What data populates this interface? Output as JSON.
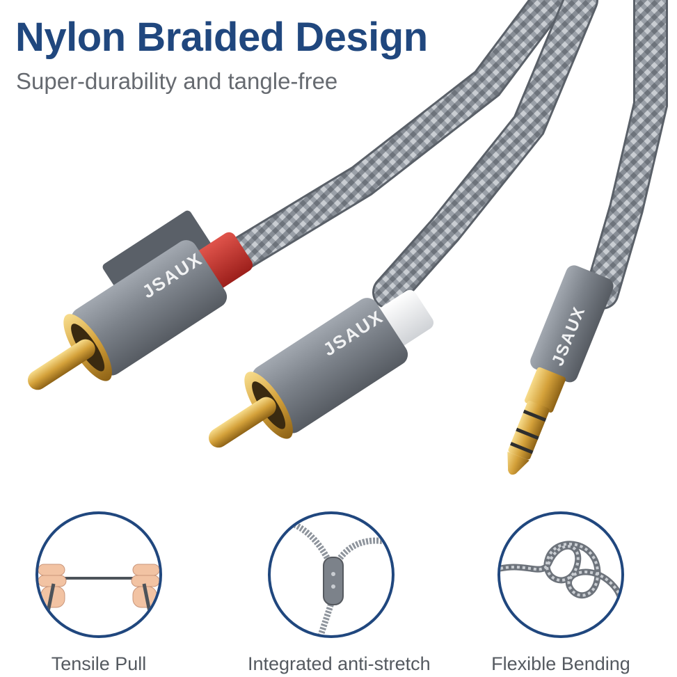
{
  "header": {
    "title": "Nylon Braided Design",
    "subtitle": "Super-durability and tangle-free"
  },
  "product": {
    "brand": "JSAUX",
    "colors": {
      "title": "#20477e",
      "braid": "#8e949c",
      "connector": "#787e86",
      "gold": "#d4a13a",
      "red_collar": "#c9322c",
      "white_collar": "#f2f2f2"
    }
  },
  "features": [
    {
      "label": "Tensile Pull",
      "icon": "tensile-pull-icon"
    },
    {
      "label": "Integrated anti-stretch",
      "icon": "anti-stretch-icon"
    },
    {
      "label": "Flexible Bending",
      "icon": "flexible-bending-icon"
    }
  ]
}
